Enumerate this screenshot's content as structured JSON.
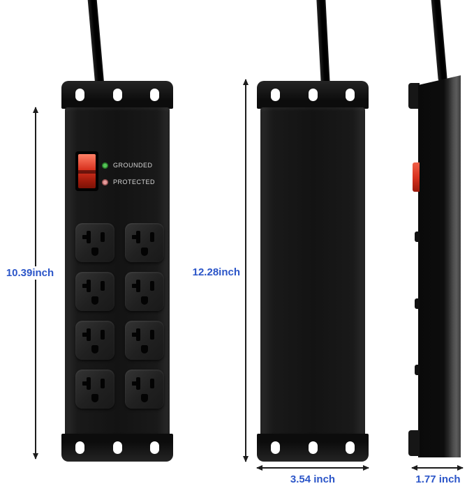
{
  "views": {
    "front": {
      "switch": {
        "type": "rocker"
      },
      "indicators": [
        {
          "label": "GROUNDED",
          "led": "green"
        },
        {
          "label": "PROTECTED",
          "led": "red"
        }
      ],
      "outlets": {
        "rows": 4,
        "columns": 2,
        "total": 8
      }
    },
    "back": {
      "features": "plain panel with mounting brackets"
    },
    "side": {
      "features": "switch edge visible"
    }
  },
  "dimensions": {
    "front_body_height": "10.39inch",
    "overall_height": "12.28inch",
    "width": "3.54 inch",
    "depth": "1.77 inch"
  },
  "colors": {
    "dimension_text": "#2b55c8",
    "switch_red": "#d93320",
    "grounded_led": "#55c457",
    "protected_led": "#e49b9b",
    "body_black": "#141414"
  }
}
